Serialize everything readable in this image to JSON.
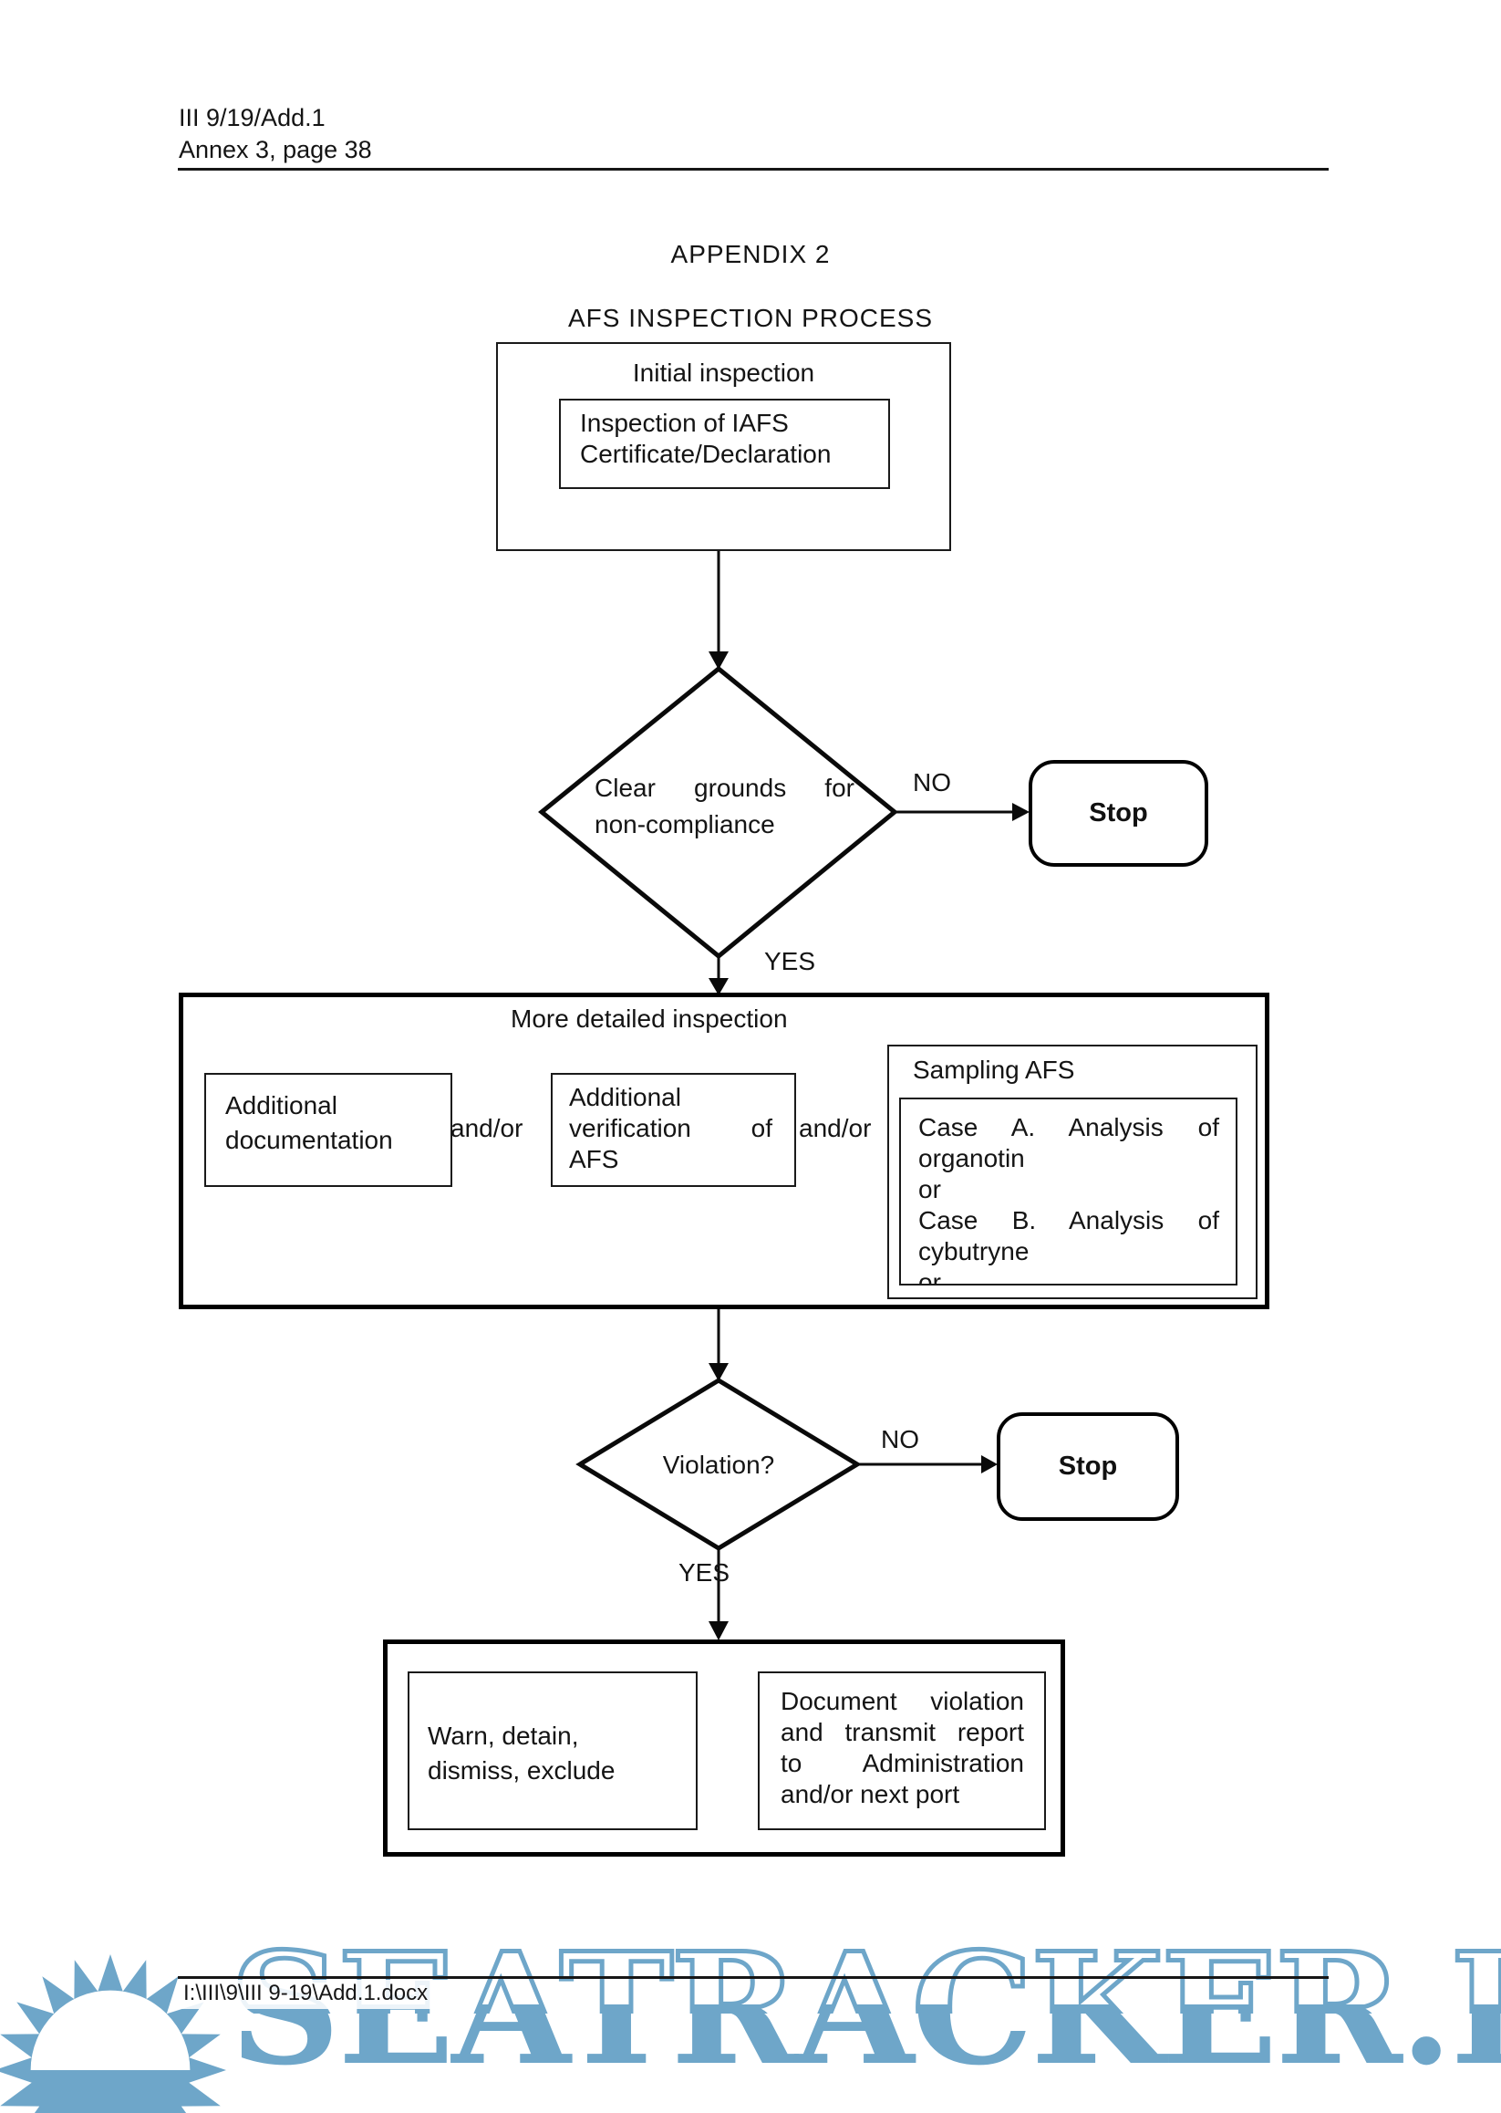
{
  "header": {
    "doc_ref": "III 9/19/Add.1",
    "annex_ref": "Annex 3, page 38"
  },
  "titles": {
    "appendix": "APPENDIX 2",
    "process": "AFS INSPECTION PROCESS"
  },
  "initial": {
    "label": "Initial inspection",
    "cert_lines": [
      "Inspection of IAFS",
      "Certificate/Declaration"
    ]
  },
  "decision1": {
    "line1": "Clear grounds for",
    "line2": "non-compliance",
    "no": "NO",
    "yes": "YES",
    "stop": "Stop"
  },
  "detailed": {
    "label": "More detailed inspection",
    "doc_lines": [
      "Additional",
      "documentation"
    ],
    "andor1": "and/or",
    "ver_lines": [
      "Additional",
      "verification of",
      "AFS"
    ],
    "andor2": "and/or",
    "sampling": {
      "label": "Sampling AFS",
      "lines": [
        "Case A. Analysis of",
        "organotin",
        "or",
        "Case B. Analysis of",
        "cybutryne",
        "or"
      ]
    }
  },
  "decision2": {
    "question": "Violation?",
    "no": "NO",
    "yes": "YES",
    "stop": "Stop"
  },
  "outcome": {
    "warn_lines": [
      "Warn, detain,",
      "dismiss, exclude"
    ],
    "report_lines": [
      "Document violation",
      "and transmit report",
      "to Administration",
      "and/or next port"
    ]
  },
  "footer": {
    "path": "I:\\III\\9\\III 9-19\\Add.1.docx"
  },
  "watermark": {
    "text": "SEATRACKER.RU",
    "color": "#6ea6c9"
  }
}
